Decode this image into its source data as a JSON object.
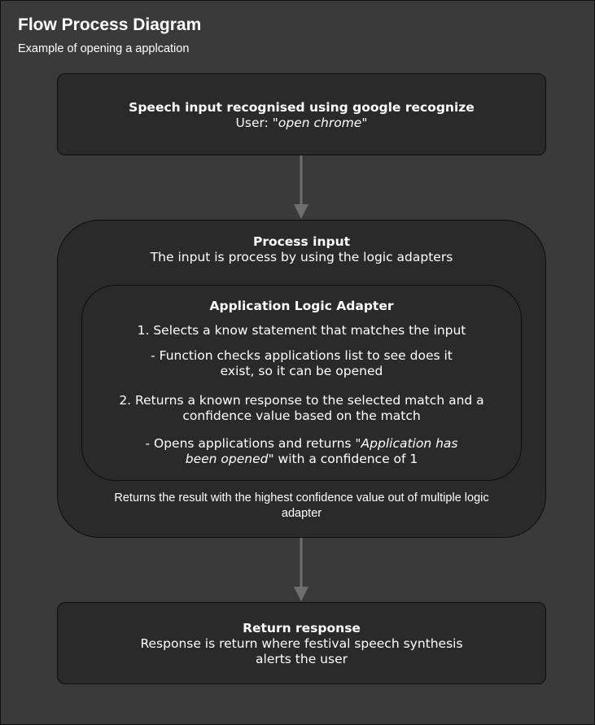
{
  "header": {
    "title": "Flow Process Diagram",
    "subtitle": "Example of opening a applcation"
  },
  "step1": {
    "heading": "Speech input recognised using google recognize",
    "prefix": "User: ",
    "quote": "\"open chrome\""
  },
  "step2": {
    "heading": "Process input",
    "text": "The input is process by using the logic adapters",
    "footer": [
      "Returns the result with the highest confidence value out of multiple logic",
      "adapter"
    ]
  },
  "adapter": {
    "heading": "Application Logic Adapter",
    "item1": "1. Selects a know statement that matches the input",
    "item1_detail": [
      "- Function checks applications list to see does it",
      "exist, so it can be opened"
    ],
    "item2": [
      "2. Returns a known response to the selected match and a",
      "confidence value based on the match"
    ],
    "item2_detail_prefix": "- Opens applications and returns ",
    "item2_detail_quote_1": "\"Application has",
    "item2_detail_quote_2": "been opened\"",
    "item2_detail_suffix": " with a confidence of 1"
  },
  "step3": {
    "heading": "Return response",
    "text": [
      "Response is return where festival speech synthesis",
      "alerts the user"
    ]
  },
  "colors": {
    "background": "#3a3a3a",
    "box_fill": "#2a2a2a",
    "arrow": "#6e6e6e",
    "text": "#ffffff"
  }
}
